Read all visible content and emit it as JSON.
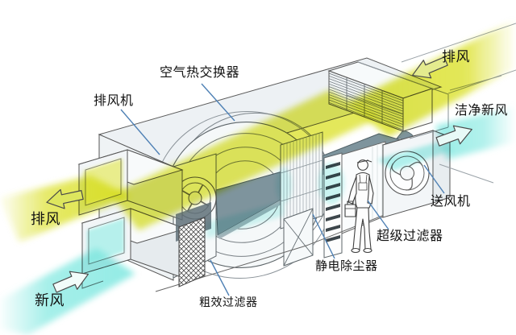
{
  "diagram": {
    "labels": {
      "heat_exchanger": "空气热交换器",
      "exhaust_fan": "排风机",
      "exhaust_air_top": "排风",
      "clean_fresh_air": "洁净新风",
      "supply_fan": "送风机",
      "super_filter": "超级过滤器",
      "electrostatic_precipitator": "静电除尘器",
      "coarse_filter": "粗效过滤器",
      "exhaust_air_left": "排风",
      "fresh_air": "新风"
    },
    "arrows": [
      {
        "id": "exhaust-top",
        "label": "排风",
        "direction": "left-down",
        "fill": "#e4eb8e"
      },
      {
        "id": "exhaust-left",
        "label": "排风",
        "direction": "left-down",
        "fill": "#dde65e"
      },
      {
        "id": "fresh-air-in",
        "label": "新风",
        "direction": "right-up",
        "fill": "#f2fcfa"
      },
      {
        "id": "clean-fresh-out",
        "label": "洁净新风",
        "direction": "right-up",
        "fill": "#e8faf7"
      }
    ],
    "colors": {
      "exhaust_air_beam": "#d9df1f",
      "fresh_air_beam": "#7fe8e0",
      "leader_line": "#4f81b5",
      "machine_outline": "#555555",
      "machine_fill": "#f2f5f7",
      "divider_panel": "#7e949d",
      "label_text": "#111111",
      "background": "#ffffff"
    }
  }
}
